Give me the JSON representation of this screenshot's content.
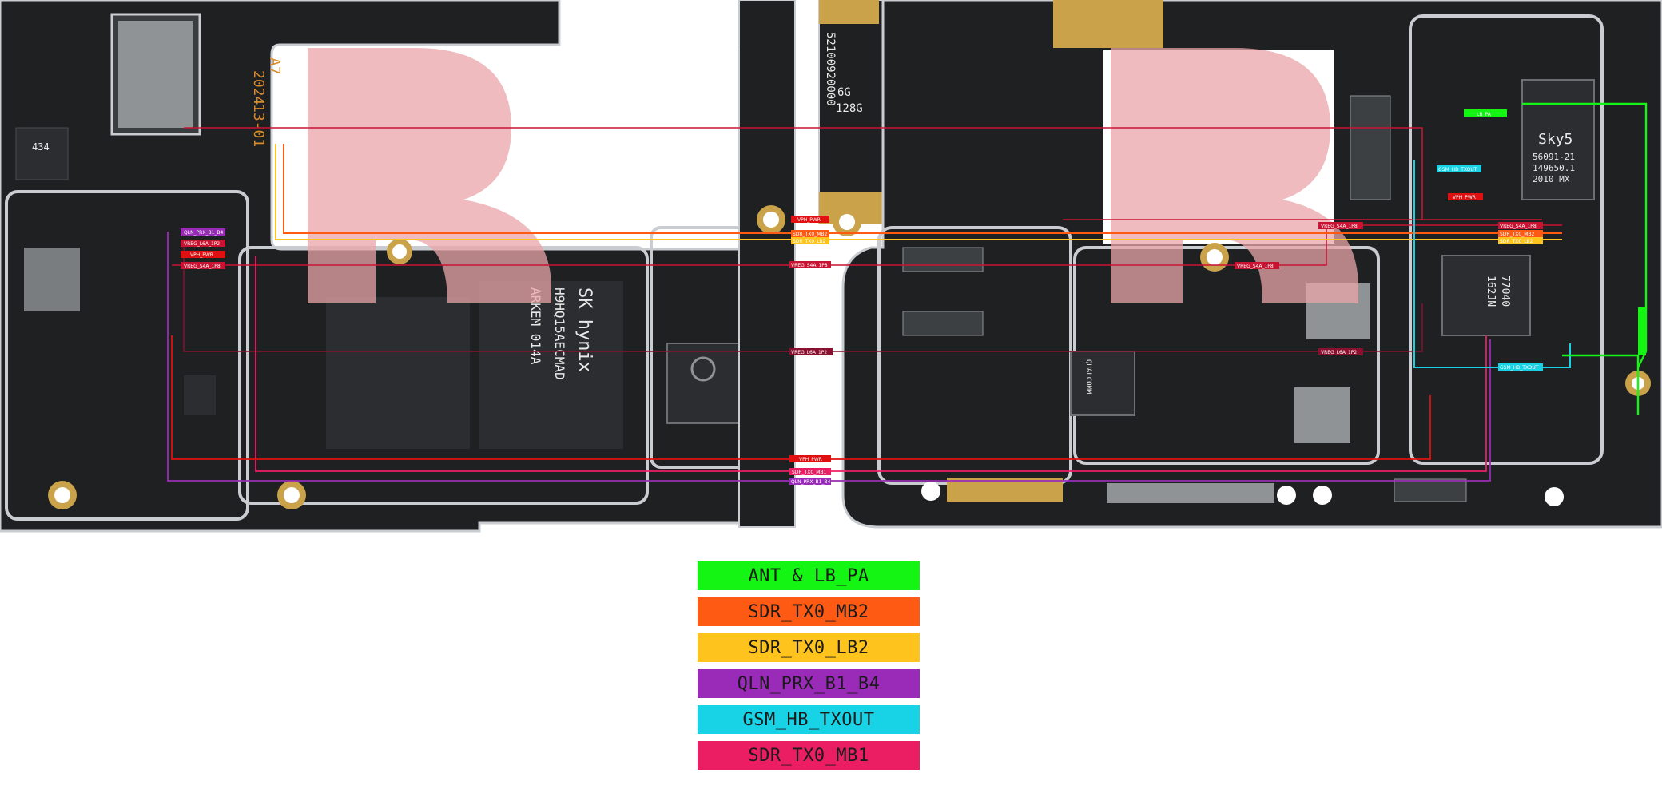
{
  "colors": {
    "board": "#1e2022",
    "board_edge": "#c9ccd0",
    "white_area": "#ffffff",
    "watermark": "#e9a4a8",
    "copper": "#c9a24a",
    "legend": {
      "ant_lb_pa": "#14f514",
      "sdr_tx0_mb2": "#ff5a14",
      "sdr_tx0_lb2": "#ffc31e",
      "qln_prx_b1_b4": "#9a2bb8",
      "gsm_hb_txout": "#18d2e6",
      "sdr_tx0_mb1": "#eb1e64"
    },
    "traces": {
      "vreg": "#c81432",
      "vph": "#e01010"
    }
  },
  "legend": [
    {
      "label": "ANT & LB_PA",
      "color": "#14f514"
    },
    {
      "label": "SDR_TX0_MB2",
      "color": "#ff5a14"
    },
    {
      "label": "SDR_TX0_LB2",
      "color": "#ffc31e"
    },
    {
      "label": "QLN_PRX_B1_B4",
      "color": "#9a2bb8"
    },
    {
      "label": "GSM_HB_TXOUT",
      "color": "#18d2e6"
    },
    {
      "label": "SDR_TX0_MB1",
      "color": "#eb1e64"
    }
  ],
  "board_text": {
    "date_a": "2024",
    "date_b": "A7",
    "date_c": "13-01",
    "part_code": "52100920000",
    "ram": "6G",
    "rom": "128G",
    "mem_brand": "SK hynix",
    "mem_part": "H9HQ15AECMAD",
    "mem_code": "ARKEM 014A",
    "pa_label": "Sky5",
    "pa_code_1": "56091-21",
    "pa_code_2": "149650.1",
    "pa_code_3": "2010 MX",
    "chip_label_1": "434",
    "chip_label_2": "QUALCOMM",
    "chip_label_3": "77040",
    "chip_label_4": "162JN"
  },
  "net_tags": [
    "QLN_PRX_B1_B4",
    "VREG_L6A_1P2",
    "VPH_PWR",
    "VREG_S4A_1P8",
    "SDR_TX0_MB1",
    "SDR_TX0_LB2",
    "SDR_TX0_MB2",
    "GSM_HB_TXOUT",
    "LB_PA"
  ]
}
